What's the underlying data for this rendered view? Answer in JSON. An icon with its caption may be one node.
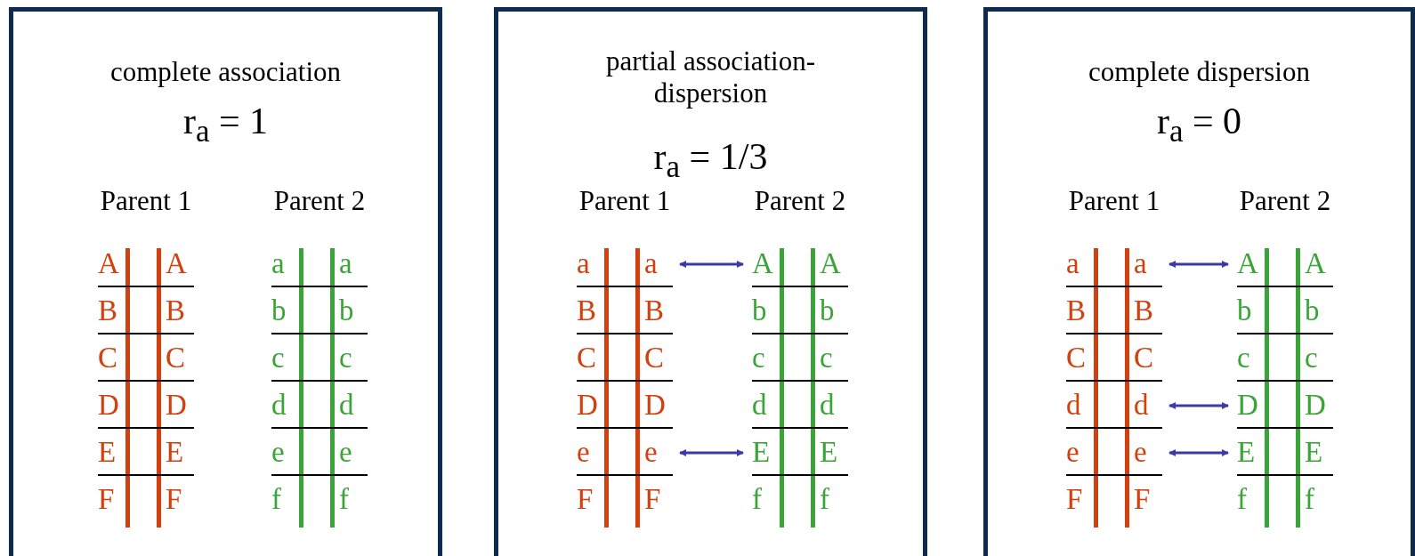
{
  "diagram": {
    "nodes": [
      {
        "text": [
          "complete association",
          "r$_{a}$ = 1"
        ]
      },
      {
        "text": [
          "A",
          "A"
        ],
        "in": 0
      },
      {
        "text": [
          "a",
          "a"
        ],
        "in": 0
      },
      {
        "text": [
          "B",
          "B"
        ],
        "in": 0
      },
      {
        "text": [
          "b",
          "b"
        ],
        "in": 0
      },
      {
        "text": [
          "C",
          "C"
        ],
        "in": 0
      },
      {
        "text": [
          "c",
          "c"
        ],
        "in": 0
      },
      {
        "text": [
          "D",
          "D"
        ],
        "in": 0
      },
      {
        "text": [
          "d",
          "d"
        ],
        "in": 0
      },
      {
        "text": [
          "E",
          "E"
        ],
        "in": 0
      },
      {
        "text": [
          "e",
          "e"
        ],
        "in": 0
      },
      {
        "text": [
          "F",
          "F"
        ],
        "in": 0
      },
      {
        "text": [
          "f",
          "f"
        ],
        "in": 0
      },
      {
        "text": [
          "partial association-dispersion",
          "r$_{a}$ = 1/3"
        ]
      },
      {
        "text": [
          "a",
          "a"
        ],
        "in": 13
      },
      {
        "text": [
          "A",
          "A"
        ],
        "in": 13
      },
      {
        "text": [
          "B",
          "B"
        ],
        "in": 13
      },
      {
        "text": [
          "b",
          "b"
        ],
        "in": 13
      },
      {
        "text": [
          "C",
          "C"
        ],
        "in": 13
      },
      {
        "text": [
          "c",
          "c"
        ],
        "in": 13
      },
      {
        "text": [
          "D",
          "D"
        ],
        "in": 13
      },
      {
        "text": [
          "d",
          "d"
        ],
        "in": 13
      },
      {
        "text": [
          "e",
          "e"
        ],
        "in": 13
      },
      {
        "text": [
          "E",
          "E"
        ],
        "in": 13
      },
      {
        "text": [
          "F",
          "F"
        ],
        "in": 13
      },
      {
        "text": [
          "f",
          "f"
        ],
        "in": 13
      },
      {
        "text": [
          "complete dispersion",
          "r$_{a}$ = 0"
        ]
      },
      {
        "text": [
          "a",
          "a"
        ],
        "in": 26
      },
      {
        "text": [
          "A",
          "A"
        ],
        "in": 26
      },
      {
        "text": [
          "B",
          "B"
        ],
        "in": 26
      },
      {
        "text": [
          "b",
          "b"
        ],
        "in": 26
      },
      {
        "text": [
          "C",
          "C"
        ],
        "in": 26
      },
      {
        "text": [
          "c",
          "c"
        ],
        "in": 26
      },
      {
        "text": [
          "d",
          "d"
        ],
        "in": 26
      },
      {
        "text": [
          "D",
          "D"
        ],
        "in": 26
      },
      {
        "text": [
          "e",
          "e"
        ],
        "in": 26
      },
      {
        "text": [
          "E",
          "E"
        ],
        "in": 26
      },
      {
        "text": [
          "F",
          "F"
        ],
        "in": 26
      },
      {
        "text": [
          "f",
          "f"
        ],
        "in": 26
      }
    ],
    "edges": [
      {
        "from": 14,
        "to": 15,
        "arrow": "both"
      },
      {
        "from": 22,
        "to": 23,
        "arrow": "both"
      },
      {
        "from": 27,
        "to": 28,
        "arrow": "both"
      },
      {
        "from": 33,
        "to": 34,
        "arrow": "both"
      },
      {
        "from": 35,
        "to": 36,
        "arrow": "both"
      }
    ],
    "labels": [
      "Parent 1",
      "Parent 2",
      "Parent 1",
      "Parent 2",
      "Parent 1",
      "Parent 2"
    ]
  }
}
